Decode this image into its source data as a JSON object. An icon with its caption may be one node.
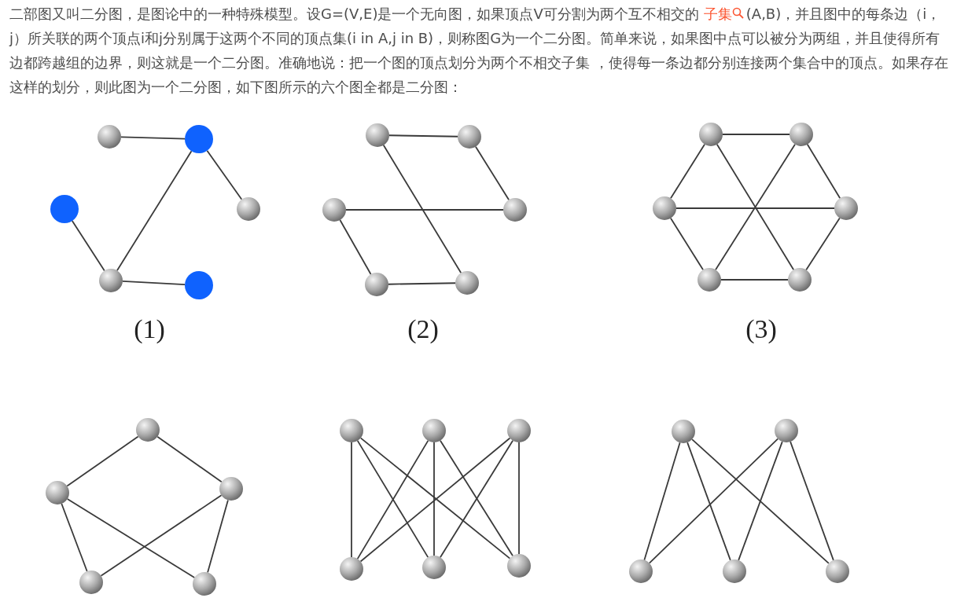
{
  "diagram": {
    "nodes": [
      {
        "text": [],
        "shape": "circle"
      },
      {
        "text": [],
        "shape": "circle"
      },
      {
        "text": [],
        "shape": "circle"
      },
      {
        "text": [],
        "shape": "circle"
      },
      {
        "text": [],
        "shape": "circle"
      },
      {
        "text": [],
        "shape": "circle"
      },
      {
        "text": [],
        "shape": "circle"
      },
      {
        "text": [],
        "shape": "circle"
      },
      {
        "text": [],
        "shape": "circle"
      },
      {
        "text": [],
        "shape": "circle"
      },
      {
        "text": [],
        "shape": "circle"
      },
      {
        "text": [],
        "shape": "circle"
      },
      {
        "text": [],
        "shape": "circle"
      },
      {
        "text": [],
        "shape": "circle"
      },
      {
        "text": [],
        "shape": "circle"
      },
      {
        "text": [],
        "shape": "circle"
      },
      {
        "text": [],
        "shape": "circle"
      },
      {
        "text": [],
        "shape": "circle"
      },
      {
        "text": [],
        "shape": "circle"
      },
      {
        "text": [],
        "shape": "circle"
      },
      {
        "text": [],
        "shape": "circle"
      },
      {
        "text": [],
        "shape": "circle"
      },
      {
        "text": [],
        "shape": "circle"
      },
      {
        "text": [],
        "shape": "circle"
      },
      {
        "text": [],
        "shape": "circle"
      },
      {
        "text": [],
        "shape": "circle"
      },
      {
        "text": [],
        "shape": "circle"
      },
      {
        "text": [],
        "shape": "circle"
      },
      {
        "text": [],
        "shape": "circle"
      },
      {
        "text": [],
        "shape": "circle"
      },
      {
        "text": [],
        "shape": "circle"
      },
      {
        "text": [],
        "shape": "circle"
      },
      {
        "text": [],
        "shape": "circle"
      },
      {
        "text": [],
        "shape": "circle"
      }
    ],
    "edges": [
      {
        "from": 0,
        "to": 1,
        "arrow": "none"
      },
      {
        "from": 1,
        "to": 3,
        "arrow": "none"
      },
      {
        "from": 1,
        "to": 4,
        "arrow": "none"
      },
      {
        "from": 2,
        "to": 4,
        "arrow": "none"
      },
      {
        "from": 4,
        "to": 5,
        "arrow": "none"
      },
      {
        "from": 6,
        "to": 7,
        "arrow": "none"
      },
      {
        "from": 6,
        "to": 11,
        "arrow": "none"
      },
      {
        "from": 7,
        "to": 9,
        "arrow": "none"
      },
      {
        "from": 8,
        "to": 9,
        "arrow": "none"
      },
      {
        "from": 8,
        "to": 10,
        "arrow": "none"
      },
      {
        "from": 10,
        "to": 11,
        "arrow": "none"
      },
      {
        "from": 12,
        "to": 13,
        "arrow": "none"
      },
      {
        "from": 12,
        "to": 14,
        "arrow": "none"
      },
      {
        "from": 12,
        "to": 17,
        "arrow": "none"
      },
      {
        "from": 13,
        "to": 15,
        "arrow": "none"
      },
      {
        "from": 13,
        "to": 16,
        "arrow": "none"
      },
      {
        "from": 14,
        "to": 15,
        "arrow": "none"
      },
      {
        "from": 14,
        "to": 16,
        "arrow": "none"
      },
      {
        "from": 15,
        "to": 17,
        "arrow": "none"
      },
      {
        "from": 16,
        "to": 17,
        "arrow": "none"
      },
      {
        "from": 18,
        "to": 19,
        "arrow": "none"
      },
      {
        "from": 18,
        "to": 20,
        "arrow": "none"
      },
      {
        "from": 19,
        "to": 21,
        "arrow": "none"
      },
      {
        "from": 19,
        "to": 22,
        "arrow": "none"
      },
      {
        "from": 20,
        "to": 21,
        "arrow": "none"
      },
      {
        "from": 20,
        "to": 22,
        "arrow": "none"
      },
      {
        "from": 23,
        "to": 26,
        "arrow": "none"
      },
      {
        "from": 23,
        "to": 27,
        "arrow": "none"
      },
      {
        "from": 23,
        "to": 28,
        "arrow": "none"
      },
      {
        "from": 24,
        "to": 26,
        "arrow": "none"
      },
      {
        "from": 24,
        "to": 27,
        "arrow": "none"
      },
      {
        "from": 24,
        "to": 28,
        "arrow": "none"
      },
      {
        "from": 25,
        "to": 26,
        "arrow": "none"
      },
      {
        "from": 25,
        "to": 27,
        "arrow": "none"
      },
      {
        "from": 25,
        "to": 28,
        "arrow": "none"
      },
      {
        "from": 29,
        "to": 31,
        "arrow": "none"
      },
      {
        "from": 29,
        "to": 32,
        "arrow": "none"
      },
      {
        "from": 29,
        "to": 33,
        "arrow": "none"
      },
      {
        "from": 30,
        "to": 31,
        "arrow": "none"
      },
      {
        "from": 30,
        "to": 32,
        "arrow": "none"
      },
      {
        "from": 30,
        "to": 33,
        "arrow": "none"
      }
    ],
    "labels": [
      "二部图又叫二分图，是图论中的一种特殊模型。设G=(V,E)是一个无向图，如果顶点V可分割为两个互不相交的",
      "子集",
      "(A,B)，并且图中的每条边（i，j）所关联的两个顶点i和j分别属于这两个不同的顶点集(i in A,j in B)，则称图G为一个二分图。简单来说，如果图中点可以被分为两组，并且使得所有边都跨越组的边界，则这就是一个二分图。准确地说：把一个图的顶点划分为两个不相交子集 ，使得每一条边都分别连接两个集合中的顶点。如果存在这样的划分，则此图为一个二分图，如下图所示的六个图全都是二分图：",
      "(1)",
      "(2)",
      "(3)"
    ]
  }
}
